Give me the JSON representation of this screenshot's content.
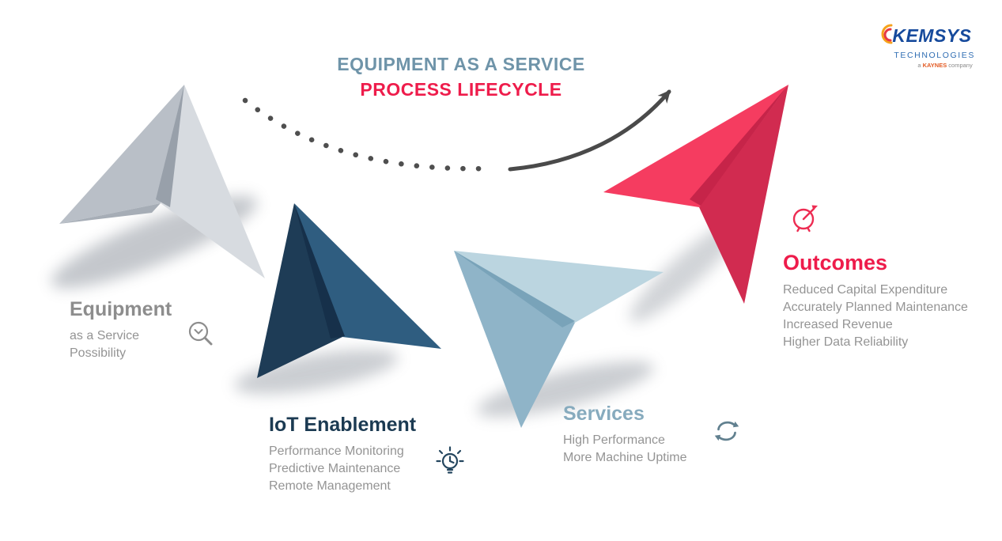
{
  "title": {
    "line1": "EQUIPMENT AS A SERVICE",
    "line2": "PROCESS LIFECYCLE"
  },
  "logo": {
    "name": "KEMSYS",
    "division": "TECHNOLOGIES",
    "tagline": {
      "prefix": "a",
      "brand": "KAYNES",
      "suffix": "company"
    }
  },
  "stages": [
    {
      "title": "Equipment",
      "lines": [
        "as a Service",
        "Possibility"
      ],
      "icon": "magnifier-icon",
      "accent": "#8d8d8d"
    },
    {
      "title": "IoT Enablement",
      "lines": [
        "Performance Monitoring",
        "Predictive Maintenance",
        "Remote Management"
      ],
      "icon": "lightbulb-icon",
      "accent": "#1b3a52"
    },
    {
      "title": "Services",
      "lines": [
        "High Performance",
        "More Machine Uptime"
      ],
      "icon": "sync-icon",
      "accent": "#87abbe"
    },
    {
      "title": "Outcomes",
      "lines": [
        "Reduced Capital Expenditure",
        "Accurately Planned Maintenance",
        "Increased Revenue",
        "Higher Data Reliability"
      ],
      "icon": "gauge-icon",
      "accent": "#ee1c4b"
    }
  ],
  "colors": {
    "title_primary": "#6f94a9",
    "title_accent": "#ee1c4b",
    "plane_gray": "#c3c8cf",
    "plane_navy": "#1d3b55",
    "plane_lightblue": "#90b5c8",
    "plane_red": "#f43a5f",
    "arrow": "#4a4a4a",
    "body_text": "#949494",
    "logo_blue": "#164a9c",
    "logo_orange": "#e35b24"
  }
}
